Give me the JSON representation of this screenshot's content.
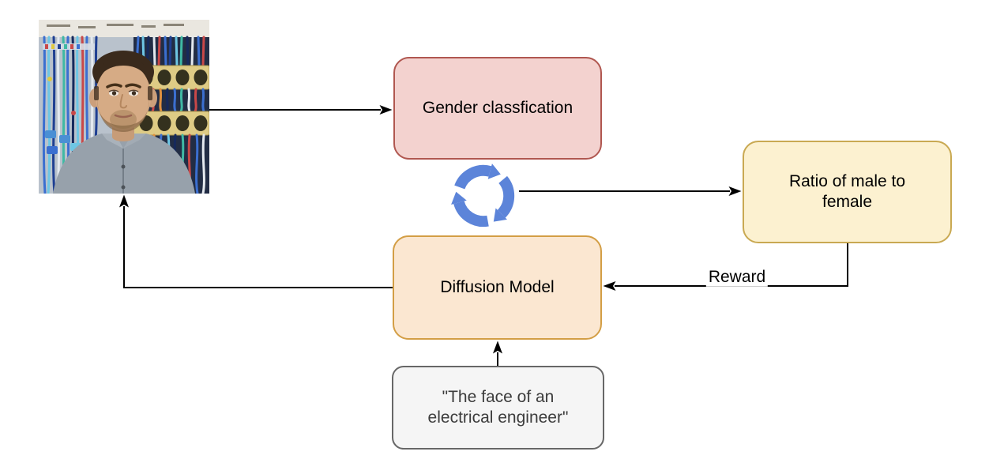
{
  "diagram": {
    "nodes": {
      "gender": {
        "label": "Gender classfication",
        "fill": "#f3d2cf",
        "stroke": "#b05750"
      },
      "ratio": {
        "label": "Ratio of male to female",
        "fill": "#fcf1d0",
        "stroke": "#c9a952"
      },
      "diffusion": {
        "label": "Diffusion Model",
        "fill": "#fbe7d1",
        "stroke": "#d39e45"
      },
      "prompt": {
        "label": "\"The face of an electrical engineer\"",
        "fill": "#f5f5f5",
        "stroke": "#676767",
        "text_color": "#3c3c3c"
      }
    },
    "edges": {
      "reward": {
        "label": "Reward"
      },
      "line_color": "#000000"
    },
    "icons": {
      "recycle": {
        "name": "recycle-icon",
        "color": "#5c84d9"
      }
    },
    "photo": {
      "name": "engineer-portrait-photo"
    }
  }
}
